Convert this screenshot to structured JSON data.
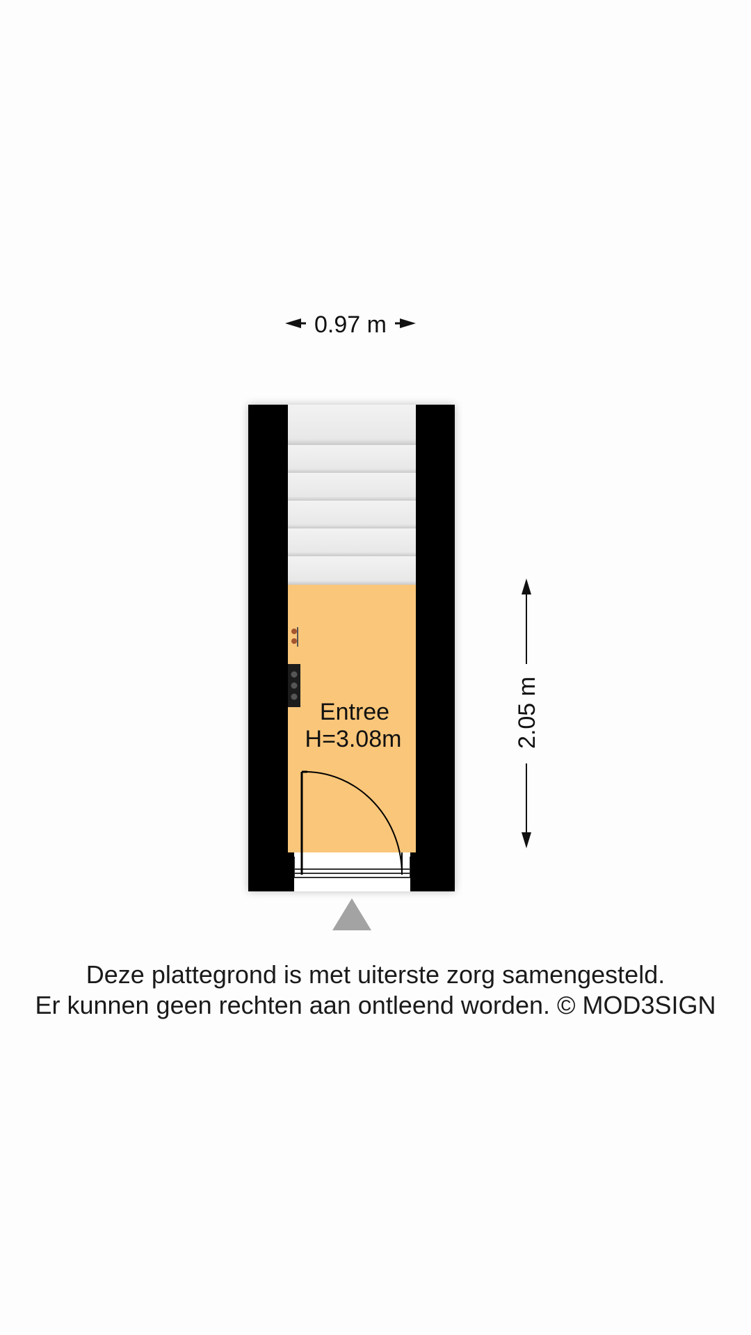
{
  "dimensions": {
    "width_label": "0.97 m",
    "depth_label": "2.05 m"
  },
  "room": {
    "name": "Entree",
    "height_label": "H=3.08m"
  },
  "disclaimer": {
    "line1": "Deze plattegrond is met uiterste zorg samengesteld.",
    "line2": "Er kunnen geen rechten aan ontleend worden. © MOD3SIGN"
  },
  "colors": {
    "floor": "#f9c67a",
    "wall": "#000000",
    "stairs": "#ededed",
    "background": "#fdfdfd",
    "entrance_marker": "#a3a3a3",
    "fixture_brown": "#a5552e"
  },
  "icons": {
    "entrance": "entrance-triangle-icon",
    "door": "door-swing-icon",
    "stairs": "staircase-icon",
    "coat_rack": "coat-hook-icon",
    "meter_cupboard": "meter-box-icon"
  }
}
